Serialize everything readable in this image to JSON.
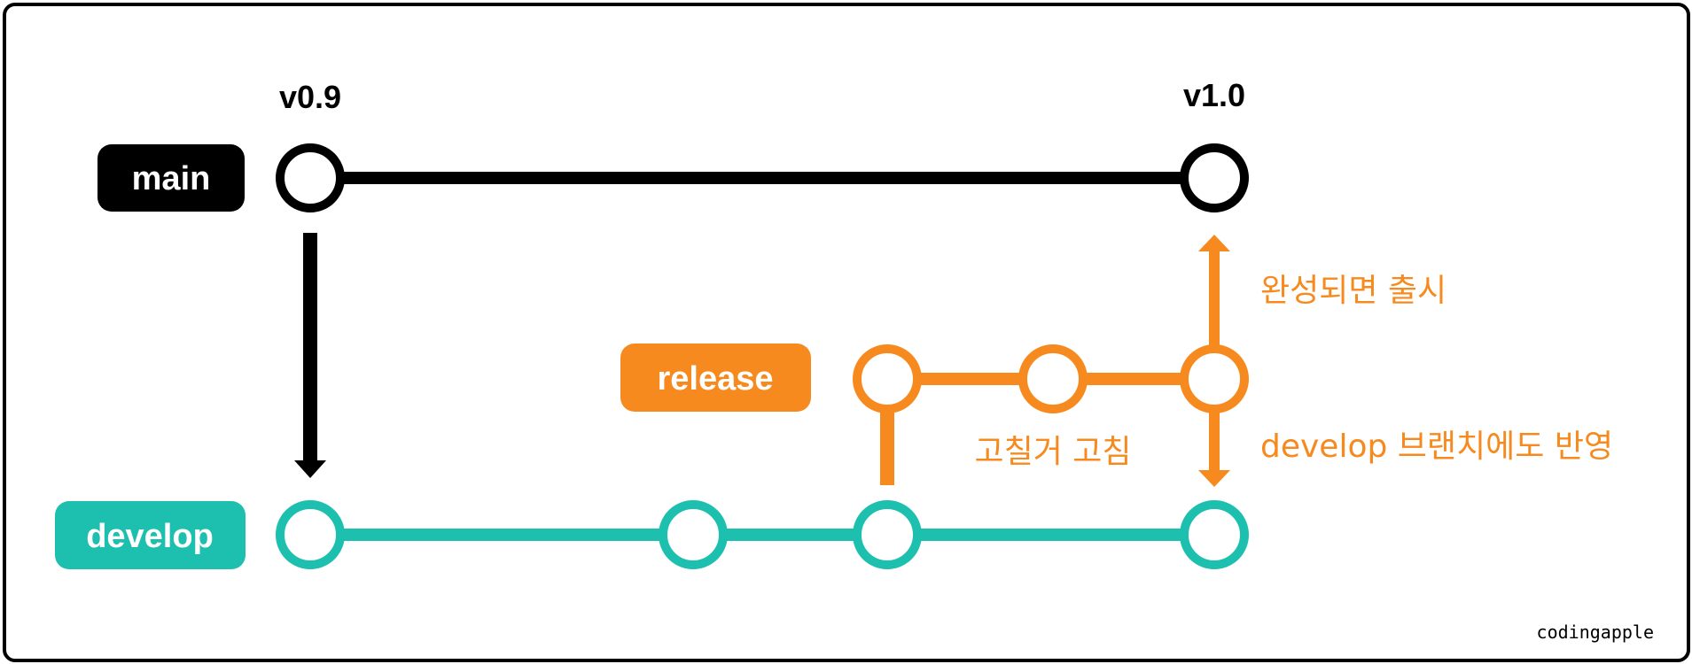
{
  "colors": {
    "main": "#000000",
    "develop": "#1dbfae",
    "release": "#f78a1e",
    "label_text": "#ffffff",
    "frame": "#000000"
  },
  "branches": {
    "main": {
      "label": "main"
    },
    "develop": {
      "label": "develop"
    },
    "release": {
      "label": "release"
    }
  },
  "tags": {
    "v09": "v0.9",
    "v10": "v1.0"
  },
  "annotations": {
    "release_when_done": "완성되면 출시",
    "fixes": "고칠거 고침",
    "merge_back": "develop 브랜치에도 반영"
  },
  "watermark": "codingapple"
}
